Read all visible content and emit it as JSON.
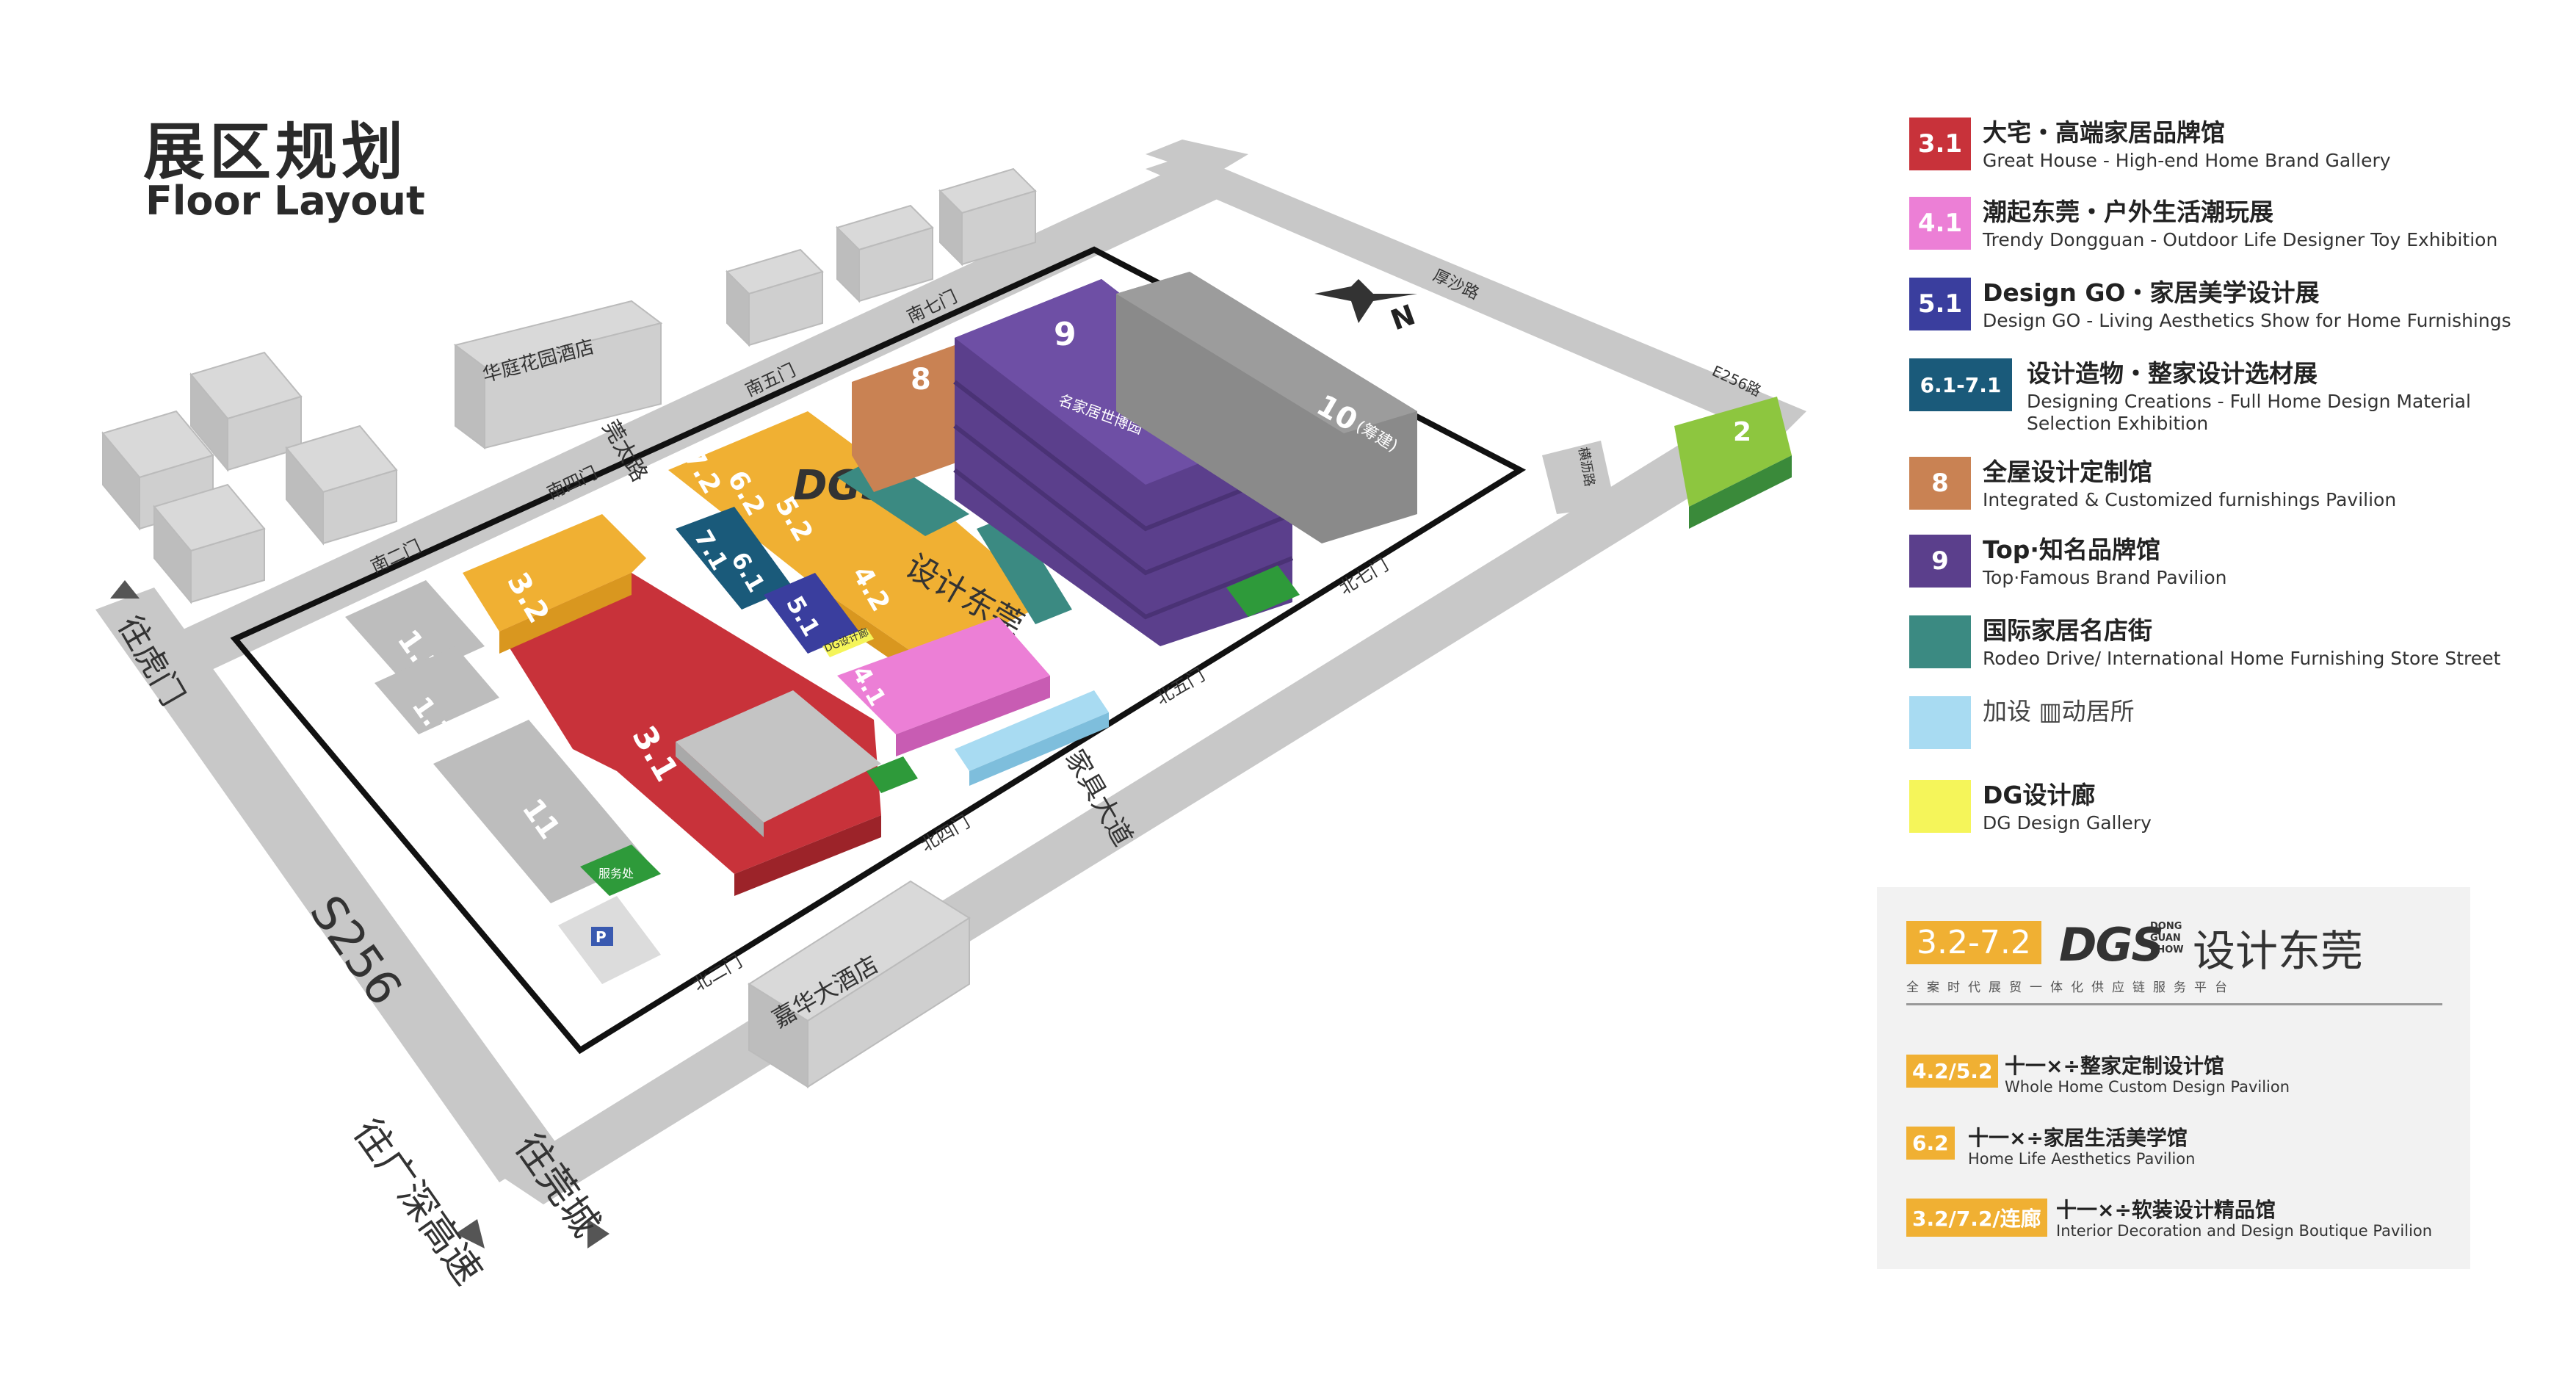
{
  "header": {
    "title_zh": "展区规划",
    "title_en": "Floor Layout"
  },
  "map": {
    "halls": {
      "h31": "3.1",
      "h32": "3.2",
      "h12": "1.2",
      "h11": "1.1",
      "h11b": "11",
      "h72": "7.2",
      "h62": "6.2",
      "h52": "5.2",
      "h71": "7.1",
      "h61": "6.1",
      "h51": "5.1",
      "h42": "4.2",
      "h41": "4.1",
      "h8": "8",
      "h9": "9",
      "h10": "10",
      "h10note": "(筹建)",
      "h2": "2"
    },
    "gates": {
      "south2": "南二门",
      "south4": "南四门",
      "south5": "南五门",
      "south7": "南七门",
      "north2": "北二门",
      "north4": "北四门",
      "north5": "北五门",
      "north7": "北七门"
    },
    "roads": {
      "s256": "S256",
      "guanhua": "莞太路",
      "houjie": "厚沙路",
      "east": "E256路",
      "jiaju": "家具大道",
      "hengjiao": "横沥路"
    },
    "directions": {
      "humen": "往虎门",
      "gsexpress": "往广深高速",
      "guancheng": "往莞城"
    },
    "buildings": {
      "hotel_north": "华庭花园酒店",
      "hotel_south": "嘉华大酒店"
    },
    "misc": {
      "dg_gallery": "DG设计廊",
      "parking": "P",
      "service": "服务处",
      "compass": "N",
      "dgs_logo": "DGS",
      "sjdg": "设计东莞",
      "brand9": "名家居世博园"
    }
  },
  "legend": [
    {
      "code": "3.1",
      "color": "#c8323a",
      "zh": "大宅・高端家居品牌馆",
      "en": "Great House - High-end Home Brand Gallery"
    },
    {
      "code": "4.1",
      "color": "#ec7fd6",
      "zh": "潮起东莞・户外生活潮玩展",
      "en": "Trendy Dongguan - Outdoor Life Designer Toy Exhibition"
    },
    {
      "code": "5.1",
      "color": "#3a3e9e",
      "zh": "Design GO・家居美学设计展",
      "en": "Design GO - Living Aesthetics Show for Home Furnishings"
    },
    {
      "code": "6.1-7.1",
      "color": "#1a5a7a",
      "zh": "设计造物・整家设计选材展",
      "en": "Designing Creations - Full Home Design Material Selection Exhibition"
    },
    {
      "code": "8",
      "color": "#c98253",
      "zh": "全屋设计定制馆",
      "en": "Integrated & Customized furnishings Pavilion"
    },
    {
      "code": "9",
      "color": "#5b3f8c",
      "zh": "Top·知名品牌馆",
      "en": "Top·Famous Brand Pavilion"
    },
    {
      "code": "",
      "color": "#3b8a82",
      "zh": "国际家居名店街",
      "en": "Rodeo Drive/ International Home Furnishing Store Street"
    },
    {
      "code": "",
      "color": "#a8dbf2",
      "zh": "",
      "en": ""
    },
    {
      "code": "",
      "color": "#f5f55a",
      "zh": "DG设计廊",
      "en": "DG Design Gallery"
    }
  ],
  "legend_logo_text": "加设 ▥动居所",
  "promo": {
    "range": "3.2-7.2",
    "logo": "DGS",
    "logo_small": "DONG GUAN SHOW",
    "name": "设计东莞",
    "tagline": "全案时代展贸一体化供应链服务平台",
    "items": [
      {
        "badge": "4.2/5.2",
        "zh": "十一×÷整家定制设计馆",
        "en": "Whole Home Custom Design Pavilion"
      },
      {
        "badge": "6.2",
        "zh": "十一×÷家居生活美学馆",
        "en": "Home Life Aesthetics Pavilion"
      },
      {
        "badge": "3.2/7.2/连廊",
        "zh": "十一×÷软装设计精品馆",
        "en": "Interior Decoration and Design Boutique Pavilion"
      }
    ]
  }
}
